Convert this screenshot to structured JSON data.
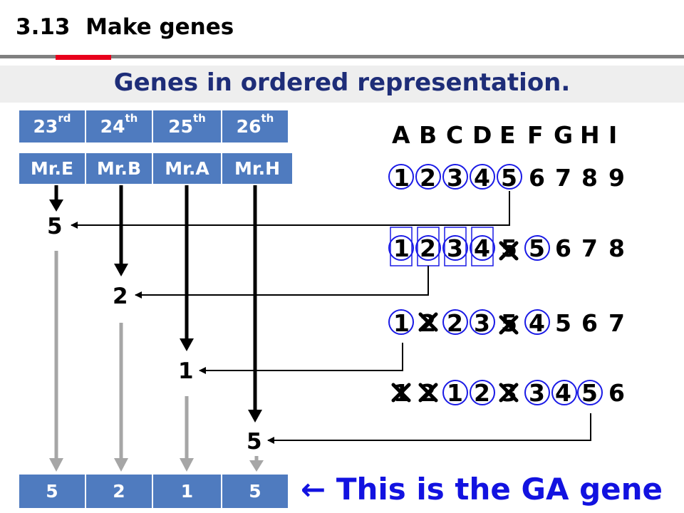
{
  "header": {
    "title": "3.13  Make genes",
    "subtitle": "Genes in ordered representation."
  },
  "rank_headers": [
    {
      "num": "23",
      "suffix": "rd"
    },
    {
      "num": "24",
      "suffix": "th"
    },
    {
      "num": "25",
      "suffix": "th"
    },
    {
      "num": "26",
      "suffix": "th"
    }
  ],
  "names": [
    "Mr.E",
    "Mr.B",
    "Mr.A",
    "Mr.H"
  ],
  "column_letters": [
    "A",
    "B",
    "C",
    "D",
    "E",
    "F",
    "G",
    "H",
    "I"
  ],
  "rows": [
    [
      "1",
      "2",
      "3",
      "4",
      "5",
      "6",
      "7",
      "8",
      "9"
    ],
    [
      "1",
      "2",
      "3",
      "4",
      "5",
      "5",
      "6",
      "7",
      "8"
    ],
    [
      "1",
      "2",
      "2",
      "3",
      "5",
      "4",
      "5",
      "6",
      "7"
    ],
    [
      "1",
      "2",
      "1",
      "2",
      "3",
      "3",
      "4",
      "5",
      "6"
    ]
  ],
  "picked_values": [
    "5",
    "2",
    "1",
    "5"
  ],
  "gene": [
    "5",
    "2",
    "1",
    "5"
  ],
  "gene_caption": "← This is the GA gene",
  "colors": {
    "cell_fill": "#4f7bbf",
    "circle": "#1a1ae6",
    "caption": "#1212e0",
    "accent_red": "#e8001c",
    "grey_arrow": "#a6a6a6"
  }
}
